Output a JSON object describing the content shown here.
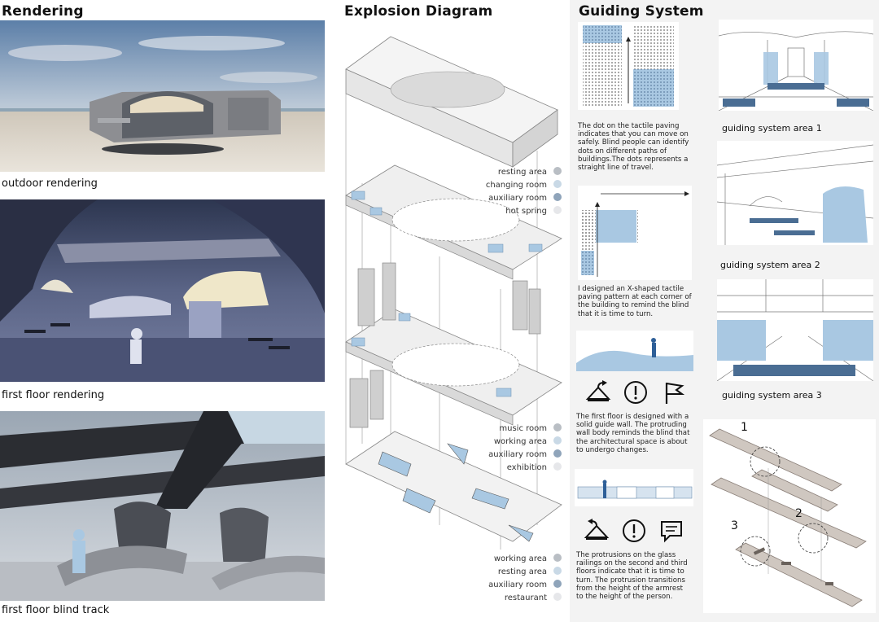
{
  "rendering": {
    "title": "Rendering",
    "images": [
      {
        "caption": "outdoor rendering"
      },
      {
        "caption": "first floor rendering"
      },
      {
        "caption": "first floor blind track"
      }
    ]
  },
  "explosion": {
    "title": "Explosion Diagram",
    "legend_top": [
      {
        "label": "resting area",
        "color": "#b9bec4"
      },
      {
        "label": "changing room",
        "color": "#c9d9e6"
      },
      {
        "label": "auxiliary room",
        "color": "#8fa4ba"
      },
      {
        "label": "hot spring",
        "color": "#e6e7ea"
      }
    ],
    "legend_mid": [
      {
        "label": "music room",
        "color": "#b9bec4"
      },
      {
        "label": "working area",
        "color": "#c9d9e6"
      },
      {
        "label": "auxiliary room",
        "color": "#8fa4ba"
      },
      {
        "label": "exhibition",
        "color": "#e6e7ea"
      }
    ],
    "legend_bot": [
      {
        "label": "working area",
        "color": "#b9bec4"
      },
      {
        "label": "resting area",
        "color": "#c9d9e6"
      },
      {
        "label": "auxiliary room",
        "color": "#8fa4ba"
      },
      {
        "label": "restaurant",
        "color": "#e6e7ea"
      }
    ]
  },
  "guiding": {
    "title": "Guiding System",
    "para1": "The dot on the tactile paving indicates that you can move on safely. Blind people can identify dots on different paths of buildings.The dots represents a straight line of travel.",
    "para2": "I designed an X-shaped tactile paving pattern at each corner of the building to remind the blind that it is time to turn.",
    "para3": "The first floor is designed with a solid guide wall. The protruding wall body reminds the blind that the architectural space is about to undergo changes.",
    "para4": "The protrusions on the glass railings on the second and third floors indicate that it is time to turn. The protrusion transitions from the height of the armrest to the height of the person.",
    "areas": [
      {
        "caption": "guiding system area 1"
      },
      {
        "caption": "guiding system area 2"
      },
      {
        "caption": "guiding system area 3"
      }
    ],
    "diagram_labels": [
      "1",
      "2",
      "3"
    ],
    "icons_row1": [
      "turn-arrow-hanger-icon",
      "warning-icon",
      "flag-icon"
    ],
    "icons_row2": [
      "turn-arrow-hanger-icon",
      "warning-icon",
      "speech-icon"
    ]
  }
}
